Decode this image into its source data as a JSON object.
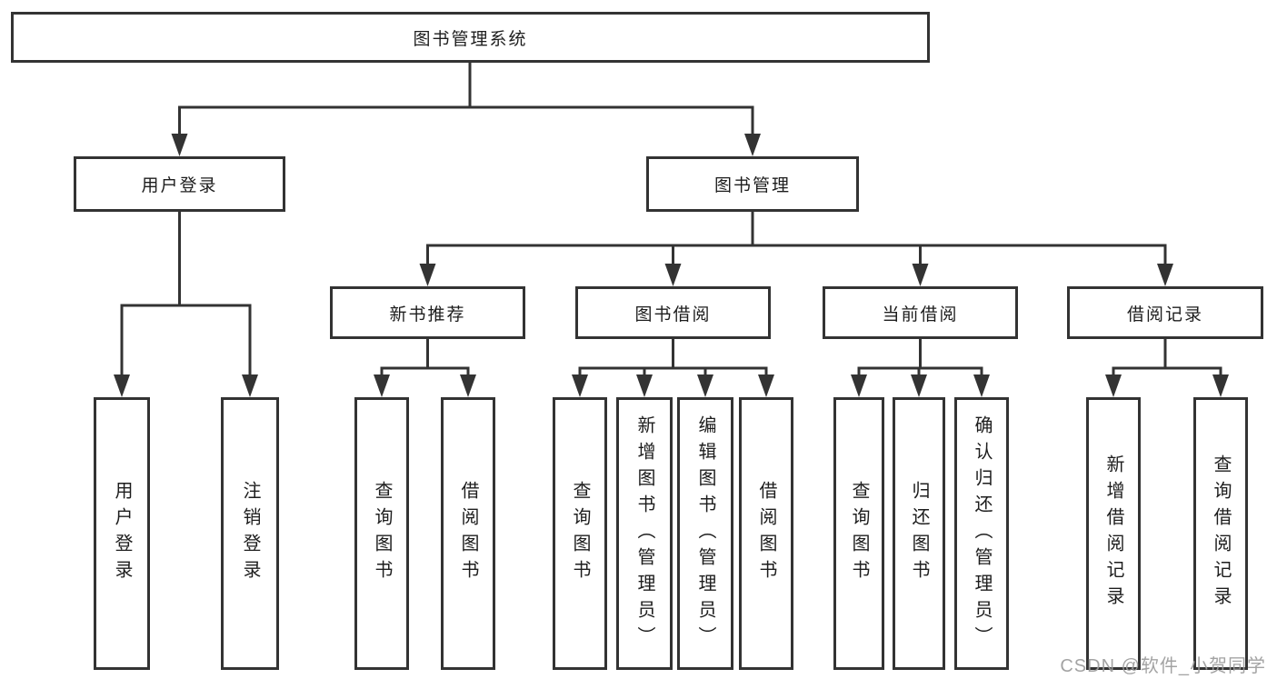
{
  "colors": {
    "line": "#333333",
    "box_border": "#333333",
    "box_fill": "#ffffff",
    "text": "#1d1d1d",
    "watermark": "#9c9c9c",
    "background": "#ffffff"
  },
  "tree": {
    "root": {
      "label": "图书管理系统",
      "children": [
        {
          "label": "用户登录",
          "children": [
            {
              "label": "用户登录"
            },
            {
              "label": "注销登录"
            }
          ]
        },
        {
          "label": "图书管理",
          "children": [
            {
              "label": "新书推荐",
              "children": [
                {
                  "label": "查询图书"
                },
                {
                  "label": "借阅图书"
                }
              ]
            },
            {
              "label": "图书借阅",
              "children": [
                {
                  "label": "查询图书"
                },
                {
                  "label": "新增图书（管理员）"
                },
                {
                  "label": "编辑图书（管理员）"
                },
                {
                  "label": "借阅图书"
                }
              ]
            },
            {
              "label": "当前借阅",
              "children": [
                {
                  "label": "查询图书"
                },
                {
                  "label": "归还图书"
                },
                {
                  "label": "确认归还（管理员）"
                }
              ]
            },
            {
              "label": "借阅记录",
              "children": [
                {
                  "label": "新增借阅记录"
                },
                {
                  "label": "查询借阅记录"
                }
              ]
            }
          ]
        }
      ]
    }
  },
  "watermark": {
    "text": "CSDN @软件_小贺同学"
  }
}
